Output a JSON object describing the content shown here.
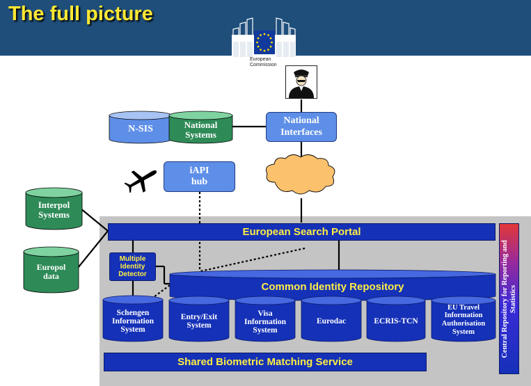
{
  "title": "The full picture",
  "logo": {
    "line1": "European",
    "line2": "Commission"
  },
  "nodes": {
    "nsis": "N-SIS",
    "national_systems": [
      "National",
      "Systems"
    ],
    "national_interfaces": [
      "National",
      "Interfaces"
    ],
    "iapi_hub": [
      "iAPI",
      "hub"
    ],
    "interpol": [
      "Interpol",
      "Systems"
    ],
    "europol": [
      "Europol",
      "data"
    ],
    "esp": "European Search Portal",
    "mid": [
      "Multiple",
      "Identity",
      "Detector"
    ],
    "cir": "Common Identity Repository",
    "sbms": "Shared Biometric Matching Service",
    "crrs": "Central Repository for Reporting and Statistics",
    "sis": [
      "Schengen",
      "Information",
      "System"
    ],
    "ees": [
      "Entry/Exit",
      "System"
    ],
    "vis": [
      "Visa",
      "Information",
      "System"
    ],
    "eurodac": "Eurodac",
    "ecris": "ECRIS-TCN",
    "etias": [
      "EU Travel",
      "Information",
      "Authorisation",
      "System"
    ]
  },
  "icons": [
    "airplane-icon",
    "police-officer-icon",
    "cloud-icon",
    "eu-flag-icon"
  ],
  "colors": {
    "header": "#1f4e7b",
    "title": "#ffe833",
    "bar_blue": "#1531b8",
    "bar_text": "#ffee44",
    "green": "#2e8b57",
    "light_blue": "#5e8fe8"
  }
}
